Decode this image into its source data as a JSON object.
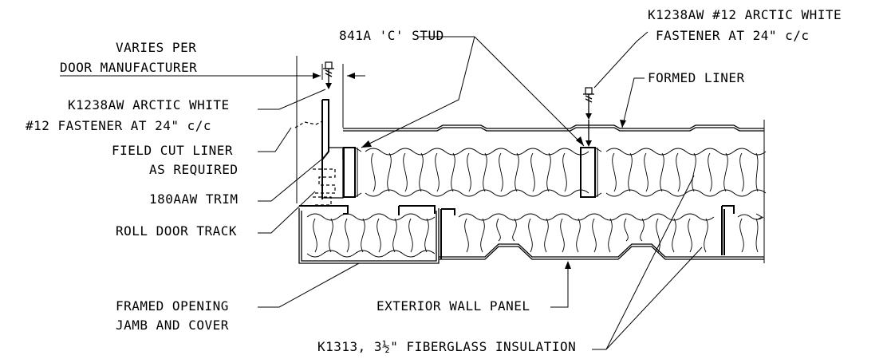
{
  "labels": {
    "varies_1": "VARIES PER",
    "varies_2": "DOOR MANUFACTURER",
    "stud": "841A 'C' STUD",
    "fastener_right_1": "K1238AW #12 ARCTIC WHITE",
    "fastener_right_2": "FASTENER AT 24\" c/c",
    "formed_liner": "FORMED LINER",
    "fastener_left_1": "K1238AW ARCTIC WHITE",
    "fastener_left_2": "#12 FASTENER AT 24\" c/c",
    "field_cut_1": "FIELD CUT LINER",
    "field_cut_2": "AS REQUIRED",
    "trim": "180AAW TRIM",
    "roll_door": "ROLL DOOR TRACK",
    "framed_opening_1": "FRAMED OPENING",
    "framed_opening_2": "JAMB AND COVER",
    "exterior_panel": "EXTERIOR WALL PANEL",
    "insulation": "K1313, 3½\" FIBERGLASS INSULATION"
  }
}
